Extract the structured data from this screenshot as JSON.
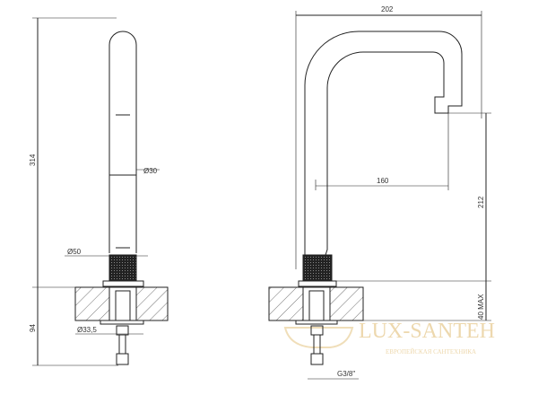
{
  "dimensions": {
    "height_total": "314",
    "below_counter": "94",
    "spout_diameter": "Ø30",
    "base_diameter": "Ø50",
    "shank_diameter": "Ø33,5",
    "width": "202",
    "reach": "160",
    "spout_height": "212",
    "counter_thickness": "40 MAX",
    "thread": "G3/8\""
  },
  "watermark": {
    "brand": "LUX-SANTEH",
    "tagline": "ЕВРОПЕЙСКАЯ САНТЕХНИКА"
  }
}
